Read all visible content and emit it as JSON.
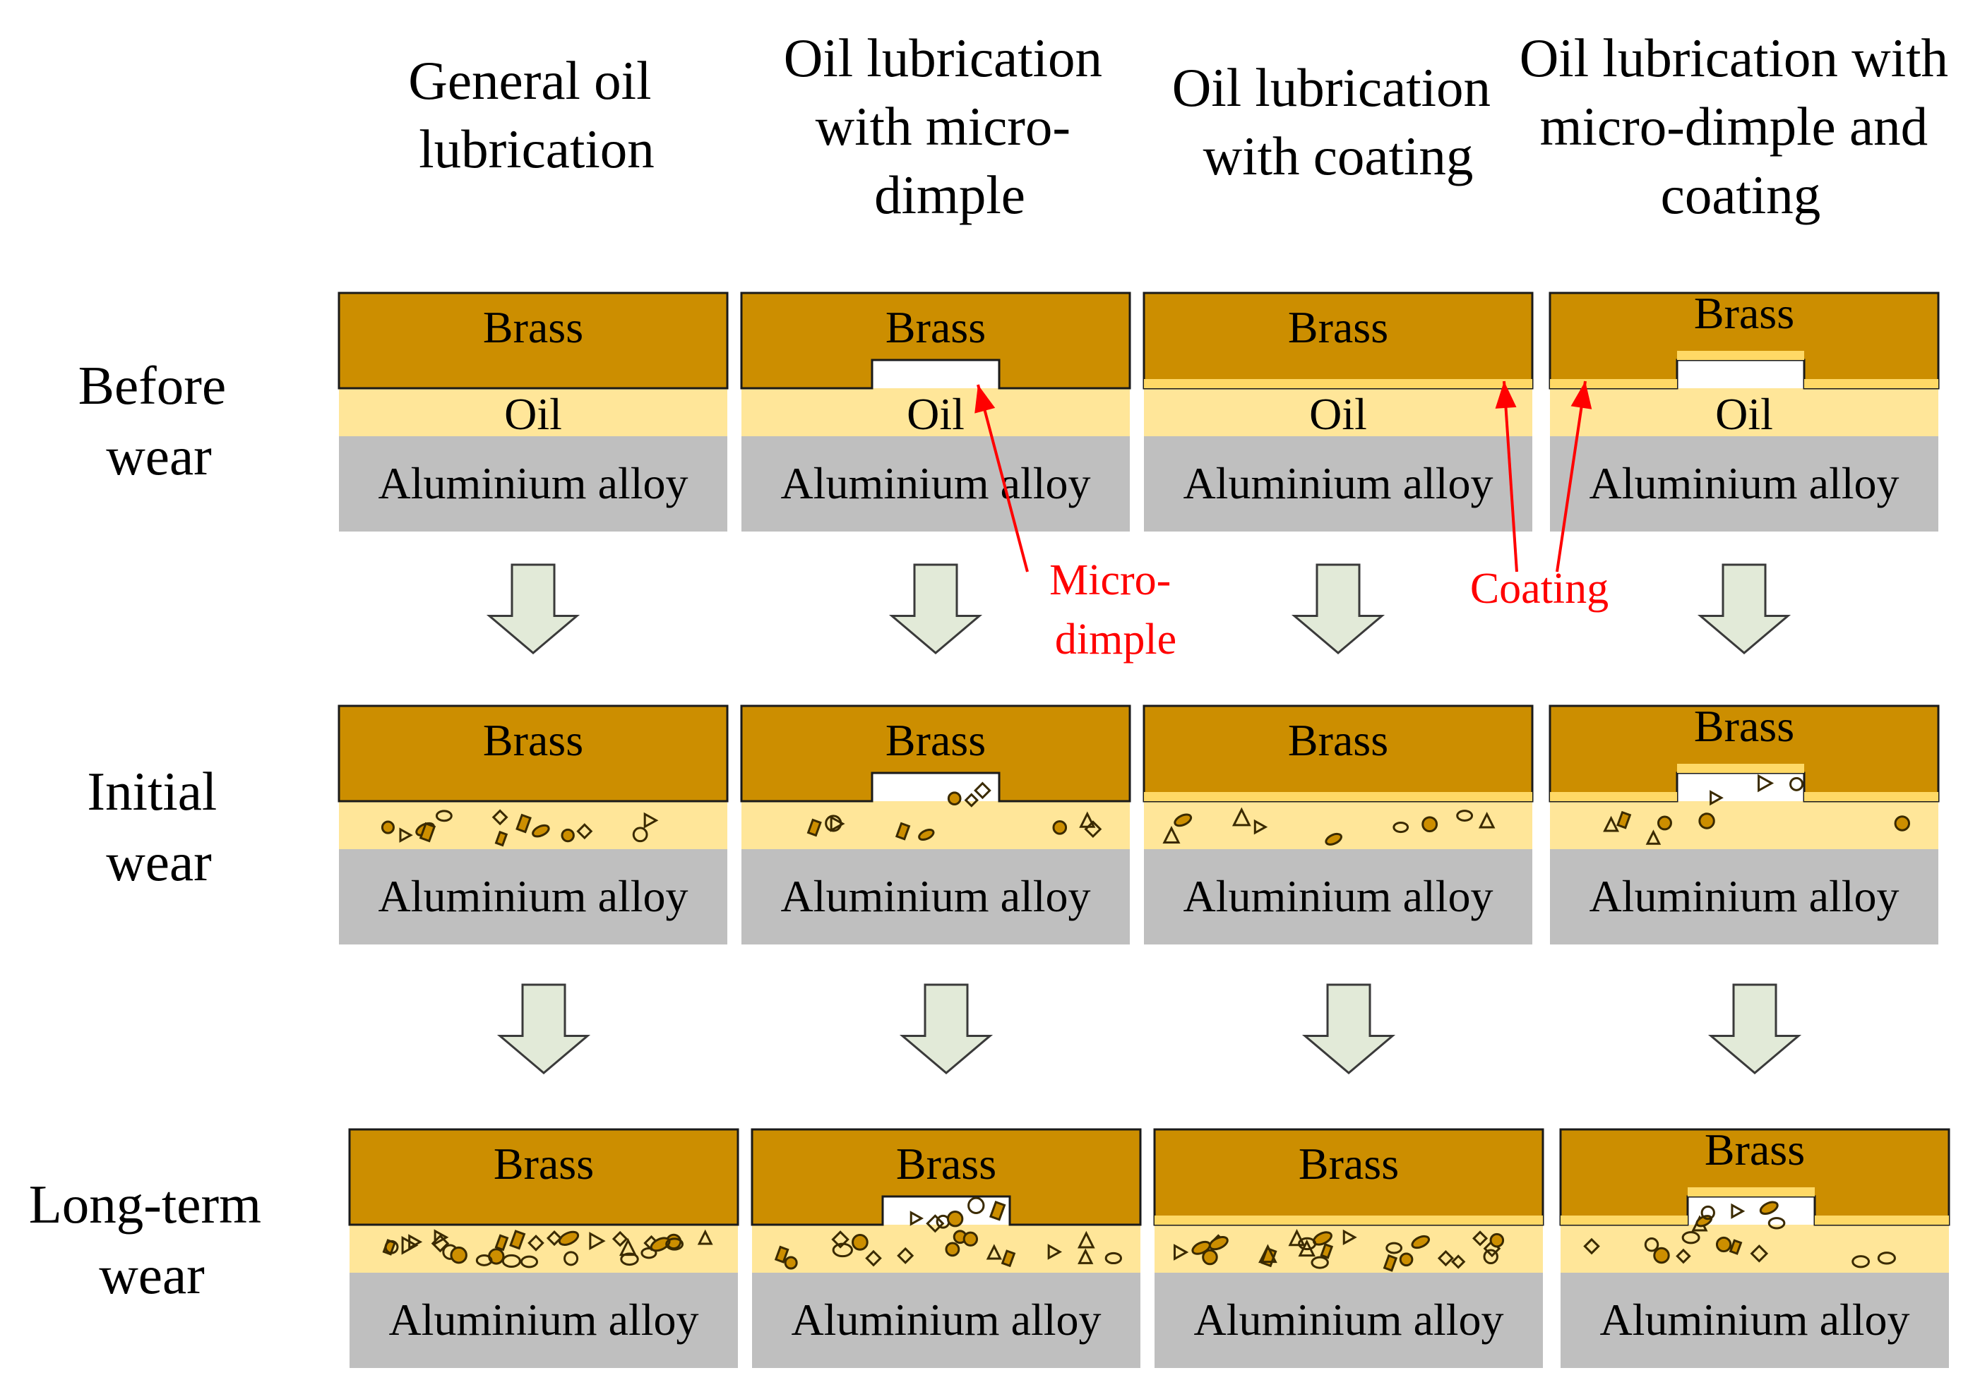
{
  "columns": [
    {
      "lines": [
        "General oil",
        "lubrication"
      ]
    },
    {
      "lines": [
        "Oil lubrication",
        "with micro-",
        "dimple"
      ]
    },
    {
      "lines": [
        "Oil lubrication",
        "with coating"
      ]
    },
    {
      "lines": [
        "Oil lubrication with",
        "micro-dimple and",
        "coating"
      ]
    }
  ],
  "rows": [
    {
      "lines": [
        "Before",
        "wear"
      ]
    },
    {
      "lines": [
        "Initial",
        "wear"
      ]
    },
    {
      "lines": [
        "Long-term",
        "wear"
      ]
    }
  ],
  "layers": {
    "top": "Brass",
    "middle": "Oil",
    "bottom": "Aluminium alloy"
  },
  "callouts": {
    "dimple": [
      "Micro-",
      "dimple"
    ],
    "coating": "Coating"
  },
  "colors": {
    "brass": "#CC8E00",
    "oil": "#FFE699",
    "coating": "#FFD966",
    "aluminium": "#BFBFBF",
    "arrow_fill": "#E2EAD8",
    "callout": "#FF0000"
  }
}
